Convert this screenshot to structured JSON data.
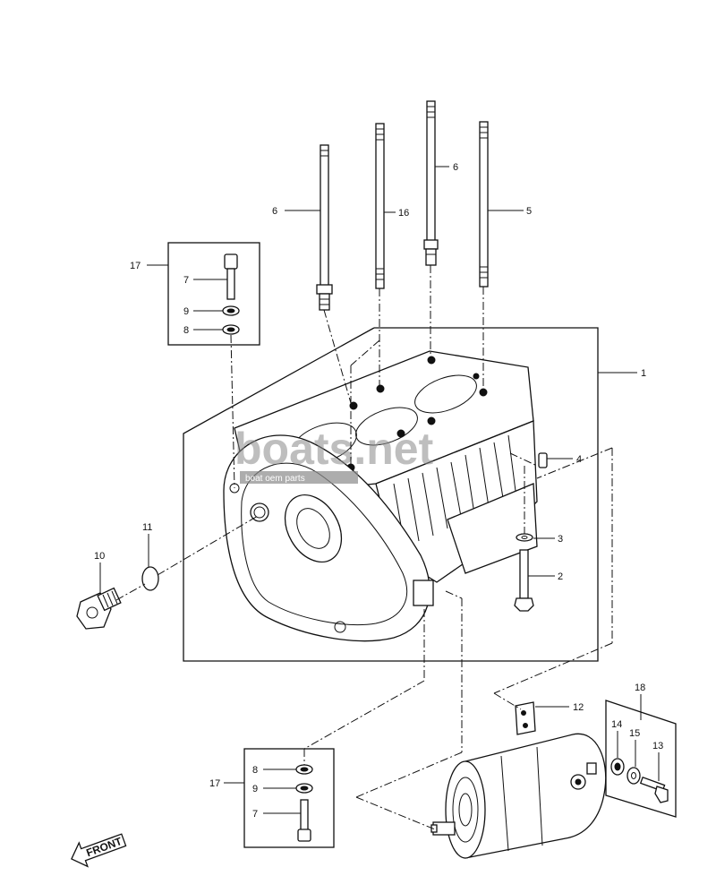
{
  "callouts": {
    "c1": "1",
    "c2": "2",
    "c3": "3",
    "c4": "4",
    "c5": "5",
    "c6a": "6",
    "c6b": "6",
    "c7a": "7",
    "c7b": "7",
    "c8a": "8",
    "c8b": "8",
    "c9a": "9",
    "c9b": "9",
    "c10": "10",
    "c11": "11",
    "c12": "12",
    "c13": "13",
    "c14": "14",
    "c15": "15",
    "c16": "16",
    "c17a": "17",
    "c17b": "17",
    "c18": "18"
  },
  "front_label": "FRONT",
  "watermark": {
    "main": "boats.net",
    "sub": "boat oem parts"
  }
}
